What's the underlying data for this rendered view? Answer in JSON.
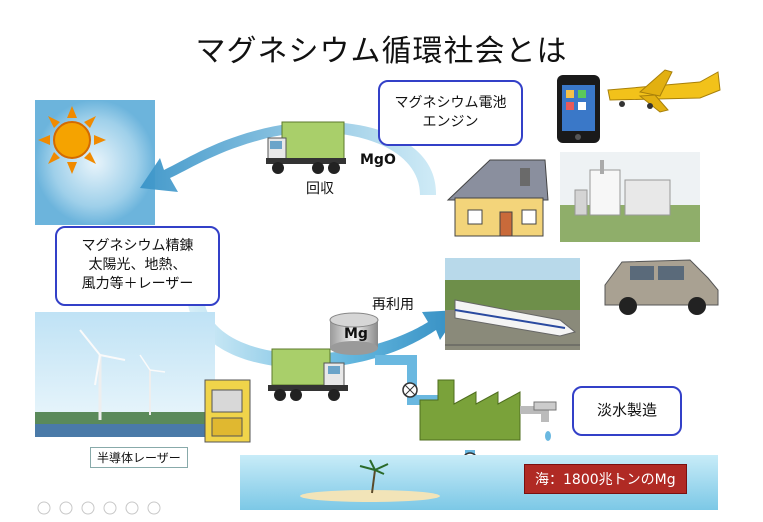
{
  "title": "マグネシウム循環社会とは",
  "boxes": {
    "battery_line1": "マグネシウム電池",
    "battery_line2": "エンジン",
    "refining_line1": "マグネシウム精錬",
    "refining_line2": "太陽光、地熱、",
    "refining_line3": "風力等＋レーザー",
    "desalination": "淡水製造"
  },
  "labels": {
    "mgo": "MgO",
    "collection": "回収",
    "reuse": "再利用",
    "mg": "Mg",
    "semiconductor_laser": "半導体レーザー",
    "sea": "海：1800兆トンのMg"
  },
  "colors": {
    "box_border": "#3340c8",
    "arrow": "#2f8fc0",
    "sea_label_bg": "#b02a24",
    "factory": "#7aa23a"
  }
}
